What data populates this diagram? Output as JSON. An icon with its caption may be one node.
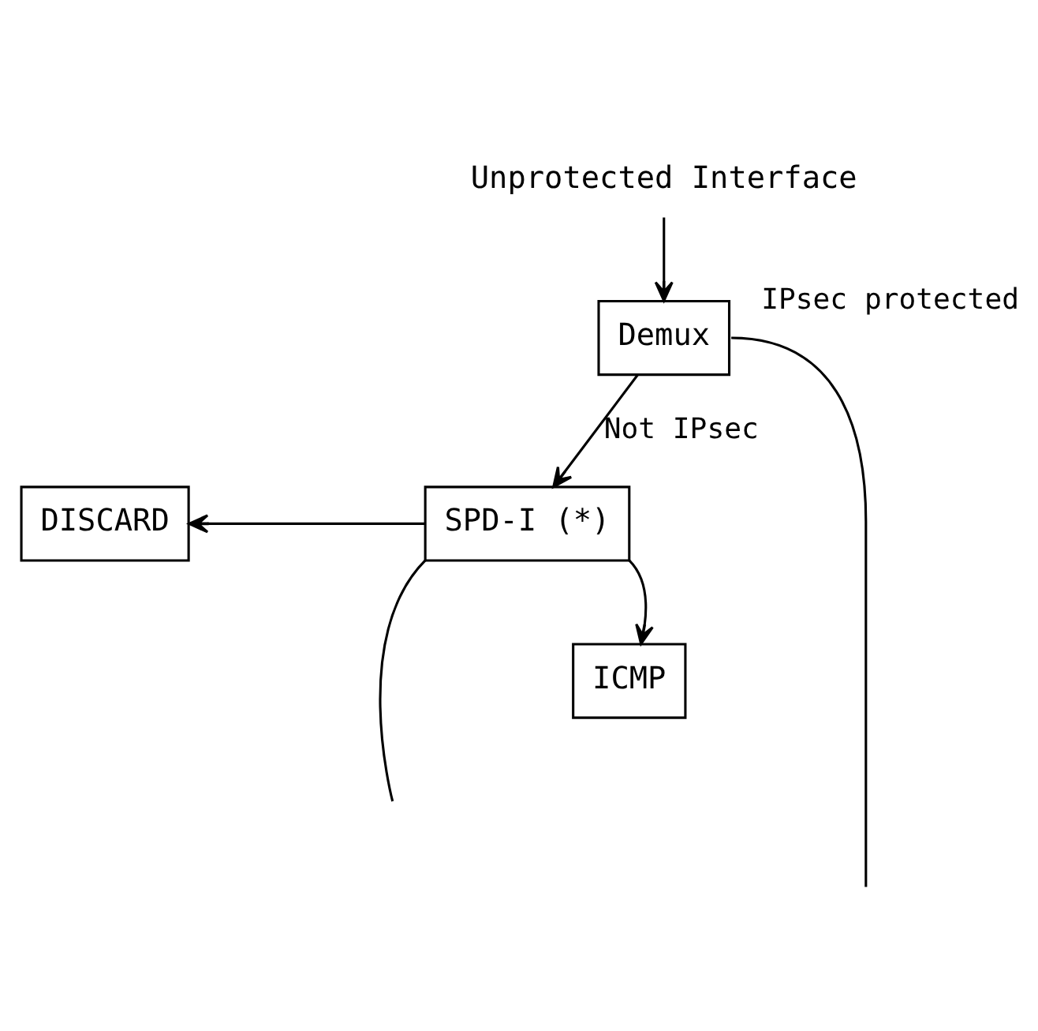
{
  "diagram": {
    "nodes": [
      {
        "text": [
          "Unprotected Interface"
        ]
      },
      {
        "text": [
          "Demux"
        ]
      },
      {
        "text": [
          "DISCARD"
        ]
      },
      {
        "text": [
          "SPD-I (*)"
        ]
      },
      {
        "text": [
          "ICMP"
        ]
      }
    ],
    "edges": [
      {
        "from": 0,
        "to": 1,
        "arrow": "to"
      },
      {
        "from": 1,
        "to": 3,
        "arrow": "to",
        "label": "Not IPsec"
      },
      {
        "from": 1,
        "to": null,
        "arrow": "none",
        "label": "IPsec protected"
      },
      {
        "from": 3,
        "to": 2,
        "arrow": "to"
      },
      {
        "from": 3,
        "to": 4,
        "arrow": "to"
      },
      {
        "from": 3,
        "to": null,
        "arrow": "none"
      }
    ]
  }
}
